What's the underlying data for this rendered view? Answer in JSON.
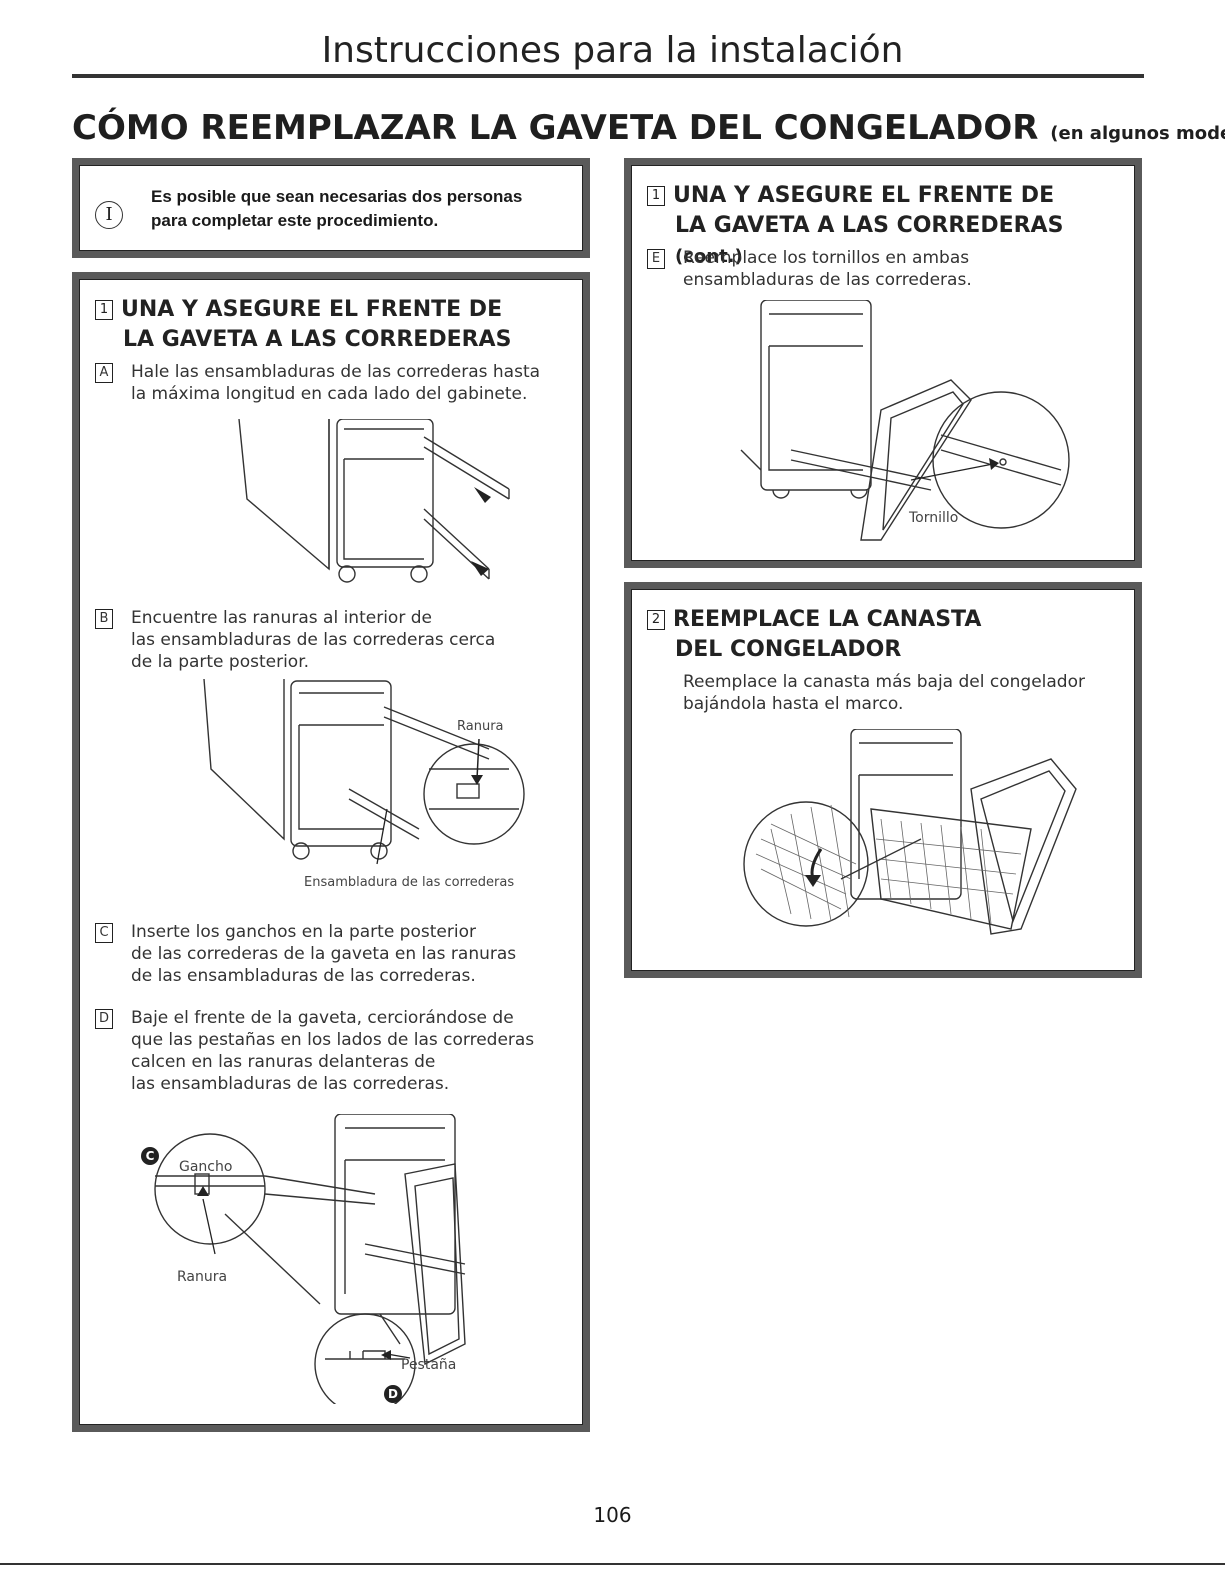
{
  "header": {
    "title": "Instrucciones para la instalación",
    "section_title": "CÓMO REEMPLAZAR LA GAVETA DEL CONGELADOR",
    "section_note": "(en algunos modelos)"
  },
  "note": {
    "icon": "info-icon",
    "icon_glyph": "I",
    "text_line1": "Es posible que sean necesarias dos personas",
    "text_line2": "para completar este procedimiento."
  },
  "step1": {
    "number": "1",
    "title_line1": "UNA Y ASEGURE EL FRENTE DE",
    "title_line2": "LA GAVETA A LAS CORREDERAS",
    "sub_a": {
      "letter": "A",
      "line1": "Hale las ensambladuras de las correderas hasta",
      "line2": "la máxima longitud en cada lado del gabinete."
    },
    "sub_b": {
      "letter": "B",
      "line1": "Encuentre las ranuras al interior de",
      "line2": "las ensambladuras de las correderas cerca",
      "line3": "de la parte posterior."
    },
    "label_ranura": "Ranura",
    "label_ensambladura": "Ensambladura de las correderas",
    "sub_c": {
      "letter": "C",
      "line1": "Inserte los ganchos en la parte posterior",
      "line2": "de las correderas de la gaveta en las ranuras",
      "line3": "de las ensambladuras de las correderas."
    },
    "sub_d": {
      "letter": "D",
      "line1": "Baje el frente de la gaveta, cerciorándose de",
      "line2": "que las pestañas en los lados de las correderas",
      "line3": "calcen en las ranuras delanteras de",
      "line4": "las ensambladuras de las correderas."
    },
    "label_gancho": "Gancho",
    "label_ranura2": "Ranura",
    "label_pestana": "Pestaña",
    "callout_c": "C",
    "callout_d": "D"
  },
  "step1_cont": {
    "number": "1",
    "title_line1": "UNA Y ASEGURE EL FRENTE DE",
    "title_line2": "LA GAVETA A LAS CORREDERAS",
    "title_cont": "(cont.)",
    "sub_e": {
      "letter": "E",
      "line1": "Reemplace los tornillos en ambas",
      "line2": "ensambladuras de las correderas."
    },
    "label_tornillo": "Tornillo"
  },
  "step2": {
    "number": "2",
    "title_line1": "REEMPLACE LA CANASTA",
    "title_line2": "DEL CONGELADOR",
    "line1": "Reemplace la canasta más baja del congelador",
    "line2": "bajándola hasta el marco."
  },
  "footer": {
    "page_number": "106"
  }
}
